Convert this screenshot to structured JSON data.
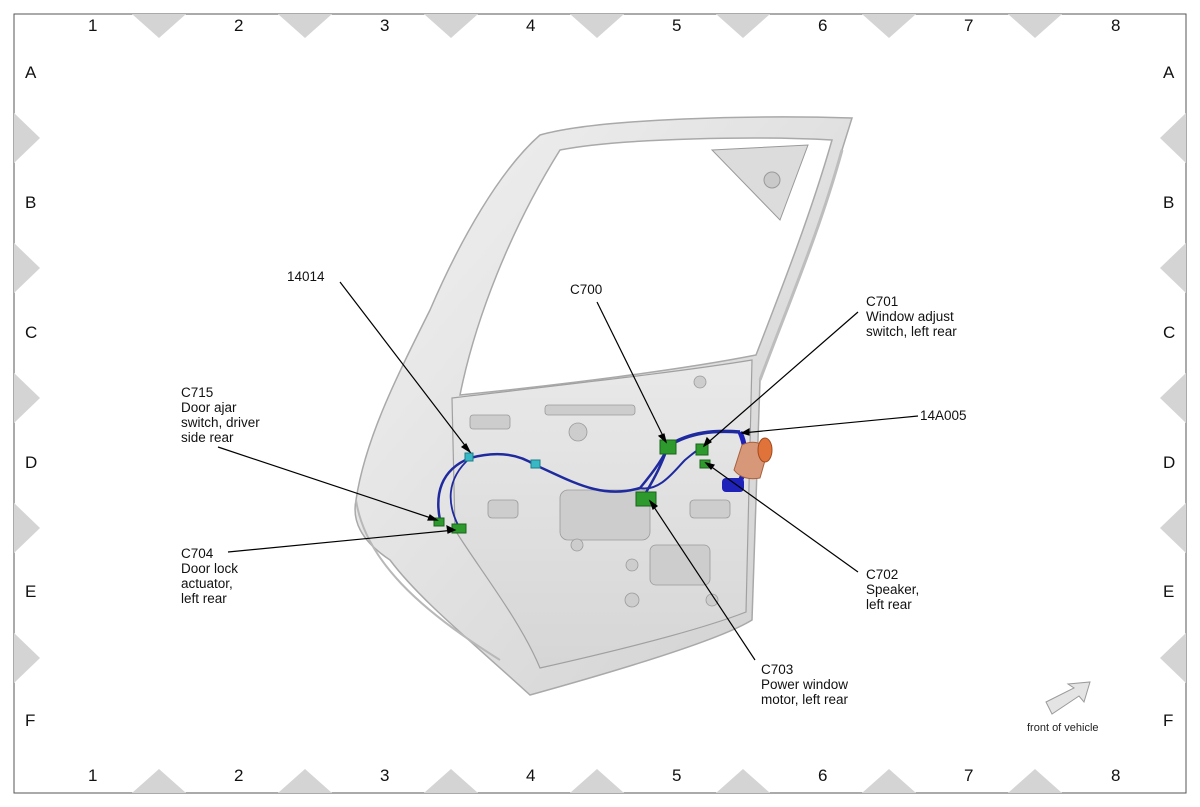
{
  "grid": {
    "columns": [
      "1",
      "2",
      "3",
      "4",
      "5",
      "6",
      "7",
      "8"
    ],
    "rows": [
      "A",
      "B",
      "C",
      "D",
      "E",
      "F"
    ]
  },
  "callouts": {
    "c14014": "14014",
    "c700": "C700",
    "c701": "C701\nWindow adjust\nswitch, left rear",
    "c14a005": "14A005",
    "c715": "C715\nDoor ajar\nswitch, driver\nside rear",
    "c704": "C704\nDoor lock\nactuator,\nleft rear",
    "c702": "C702\nSpeaker,\nleft rear",
    "c703": "C703\nPower window\nmotor, left rear"
  },
  "orientation": {
    "label": "front of vehicle",
    "icon": "arrow-icon"
  },
  "colors": {
    "harness": "#1f2a9e",
    "connector_green": "#2e9a2e",
    "connector_cyan": "#38b7c4",
    "grommet": "#e0733a",
    "door_fill": "#e3e3e3",
    "door_edge": "#a9a9a9"
  }
}
